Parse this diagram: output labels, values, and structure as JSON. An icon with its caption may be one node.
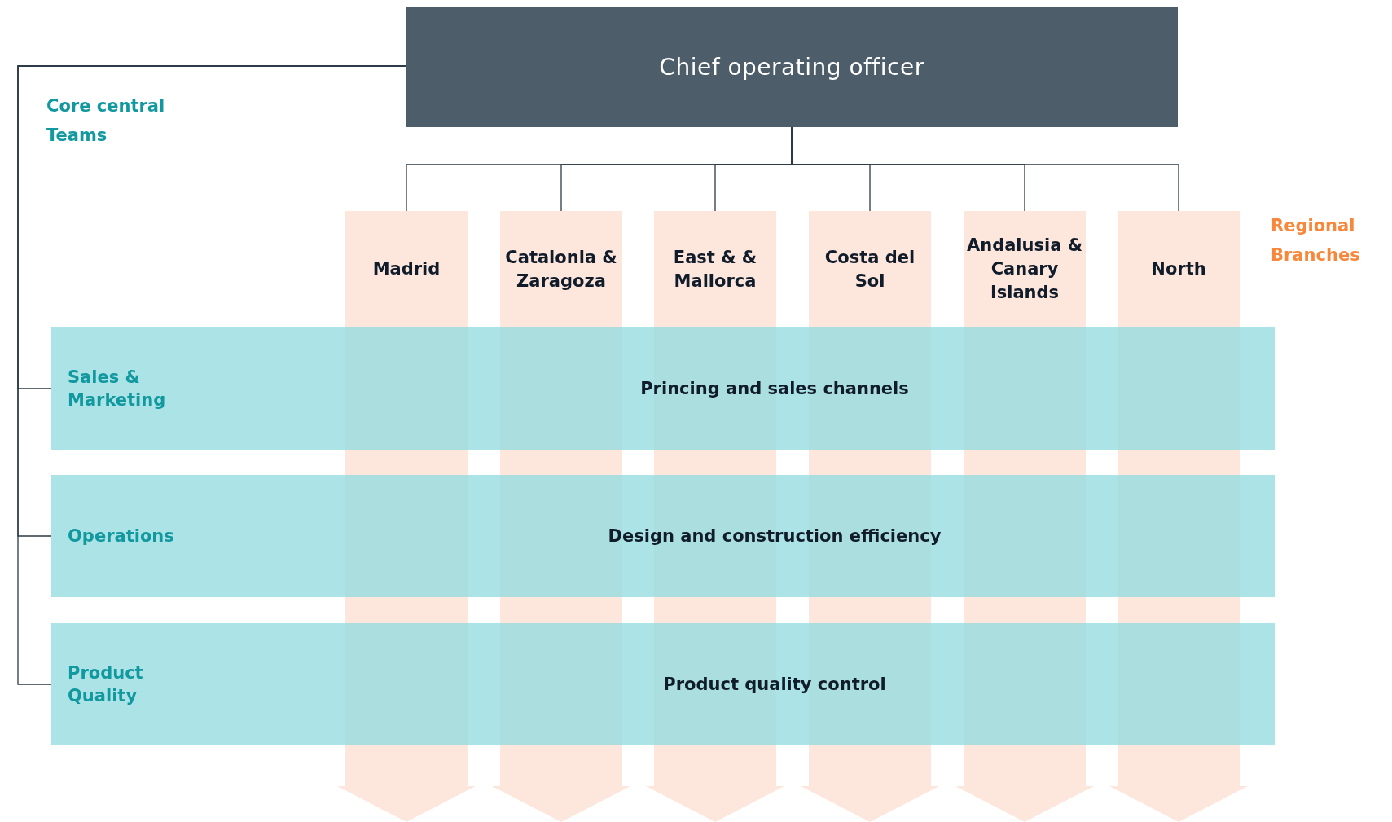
{
  "diagram": {
    "nodes": [
      {
        "text": [
          "Chief operating officer"
        ]
      },
      {
        "text": [
          "Madrid"
        ]
      },
      {
        "text": [
          "Catalonia & Zaragoza"
        ]
      },
      {
        "text": [
          "East & & Mallorca"
        ]
      },
      {
        "text": [
          "Costa del Sol"
        ]
      },
      {
        "text": [
          "Andalusia & Canary Islands"
        ]
      },
      {
        "text": [
          "North"
        ]
      },
      {
        "text": [
          "Sales & Marketing",
          "Princing and sales channels"
        ]
      },
      {
        "text": [
          "Operations",
          "Design and construction efficiency"
        ]
      },
      {
        "text": [
          "Product Quality",
          "Product quality control"
        ]
      }
    ],
    "edges": [
      {
        "from": 0,
        "to": 1,
        "arrow": "none"
      },
      {
        "from": 0,
        "to": 2,
        "arrow": "none"
      },
      {
        "from": 0,
        "to": 3,
        "arrow": "none"
      },
      {
        "from": 0,
        "to": 4,
        "arrow": "none"
      },
      {
        "from": 0,
        "to": 5,
        "arrow": "none"
      },
      {
        "from": 0,
        "to": 6,
        "arrow": "none"
      },
      {
        "from": 0,
        "to": 7,
        "arrow": "none"
      },
      {
        "from": 0,
        "to": 8,
        "arrow": "none"
      },
      {
        "from": 0,
        "to": 9,
        "arrow": "none"
      }
    ],
    "labels": [
      "Core central Teams",
      "Regional Branches"
    ]
  }
}
